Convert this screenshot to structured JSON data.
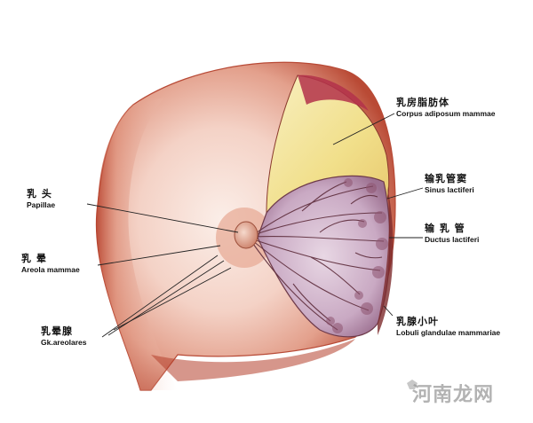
{
  "labels": {
    "corpus": {
      "zh": "乳房脂肪体",
      "la": "Corpus adiposum mammae"
    },
    "sinus": {
      "zh": "输乳管窦",
      "la": "Sinus lactiferi"
    },
    "ductus": {
      "zh": "输 乳 管",
      "la": "Ductus lactiferi"
    },
    "lobuli": {
      "zh": "乳腺小叶",
      "la": "Lobuli glandulae mammariae"
    },
    "papillae": {
      "zh": "乳  头",
      "la": "Papillae"
    },
    "areola": {
      "zh": "乳  晕",
      "la": "Areola mammae"
    },
    "glands": {
      "zh": "乳晕腺",
      "la": "Gk.areolares"
    }
  },
  "watermark": "河南龙网",
  "colors": {
    "skin_light": "#f7ddd4",
    "skin_mid": "#eab7a4",
    "skin_dark": "#b8432e",
    "fat": "#f3e59a",
    "gland": "#c9b0c8",
    "vessel": "#6e3a4a",
    "leader": "#222222"
  }
}
